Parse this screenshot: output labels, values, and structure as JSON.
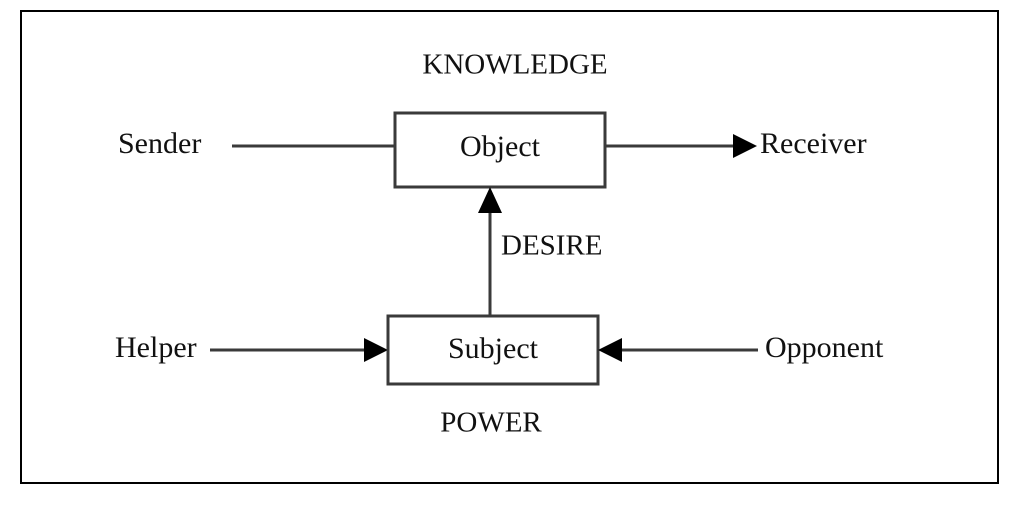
{
  "figure": {
    "kind": "actantial-model-diagram",
    "background_color": "#ffffff",
    "frame_color": "#000000",
    "line_color": "#3a3a3a",
    "text_color": "#111111"
  },
  "nodes": {
    "object": {
      "label": "Object"
    },
    "subject": {
      "label": "Subject"
    }
  },
  "actants": {
    "sender": {
      "label": "Sender"
    },
    "receiver": {
      "label": "Receiver"
    },
    "helper": {
      "label": "Helper"
    },
    "opponent": {
      "label": "Opponent"
    }
  },
  "axes": {
    "knowledge": {
      "label": "KNOWLEDGE"
    },
    "desire": {
      "label": "DESIRE"
    },
    "power": {
      "label": "POWER"
    }
  }
}
